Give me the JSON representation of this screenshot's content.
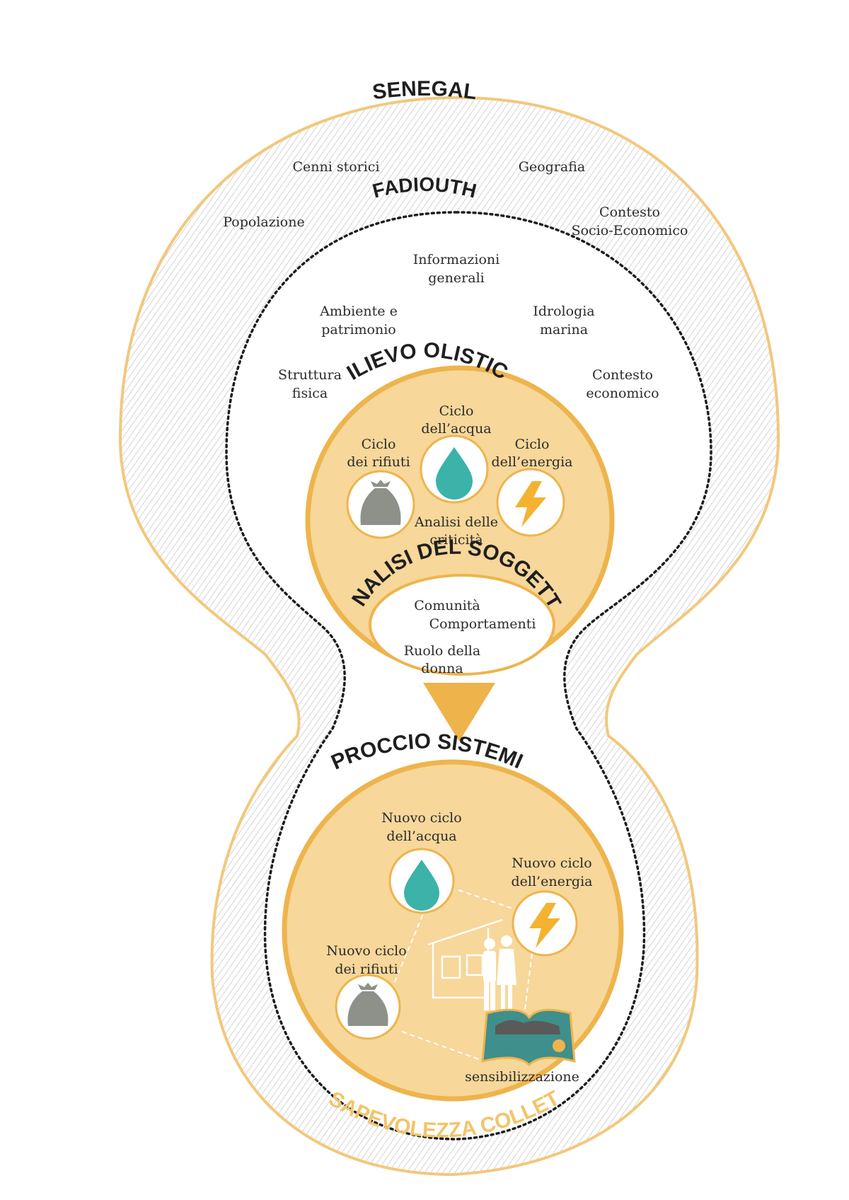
{
  "colors": {
    "outline": "#f2c87c",
    "hatch": "#b9b9b9",
    "core_fill": "#f7d79a",
    "core_stroke": "#eeb44c",
    "water": "#3bb3a8",
    "energy": "#f3b331",
    "waste": "#8d918a",
    "arrow": "#eeb34a",
    "accent_text": "#f3c46a"
  },
  "titles": {
    "senegal": "SENEGAL",
    "fadiouth": "FADIOUTH",
    "rilievo": "RILIEVO OLISTICO",
    "analisi": "ANALISI DEL SOGGETTO",
    "approccio": "APPROCCIO SISTEMICO",
    "consapevolezza": "CONSAPEVOLEZZA COLLETTIVA"
  },
  "senegal_labels": {
    "cenni": "Cenni storici",
    "geografia": "Geografia",
    "popolazione": "Popolazione",
    "contesto_1": "Contesto",
    "contesto_2": "Socio-Economico"
  },
  "fadiouth_labels": {
    "info_1": "Informazioni",
    "info_2": "generali",
    "ambiente_1": "Ambiente e",
    "ambiente_2": "patrimonio",
    "idro_1": "Idrologia",
    "idro_2": "marina",
    "struttura_1": "Struttura",
    "struttura_2": "fisica",
    "economico_1": "Contesto",
    "economico_2": "economico"
  },
  "rilievo_labels": {
    "acqua_1": "Ciclo",
    "acqua_2": "dell’acqua",
    "rifiuti_1": "Ciclo",
    "rifiuti_2": "dei rifiuti",
    "energia_1": "Ciclo",
    "energia_2": "dell’energia",
    "criticita_1": "Analisi delle",
    "criticita_2": "criticità"
  },
  "soggetto_labels": {
    "comunita": "Comunità",
    "comportamenti": "Comportamenti",
    "ruolo_1": "Ruolo della",
    "ruolo_2": "donna"
  },
  "sistemico_labels": {
    "acqua_1": "Nuovo ciclo",
    "acqua_2": "dell’acqua",
    "energia_1": "Nuovo ciclo",
    "energia_2": "dell’energia",
    "rifiuti_1": "Nuovo ciclo",
    "rifiuti_2": "dei rifiuti",
    "sensibilizzazione": "sensibilizzazione"
  },
  "icons": {
    "water": "water-drop-icon",
    "energy": "lightning-bolt-icon",
    "waste": "trash-bag-icon",
    "house": "house-outline-icon",
    "people": "people-icon",
    "book": "open-book-icon"
  }
}
